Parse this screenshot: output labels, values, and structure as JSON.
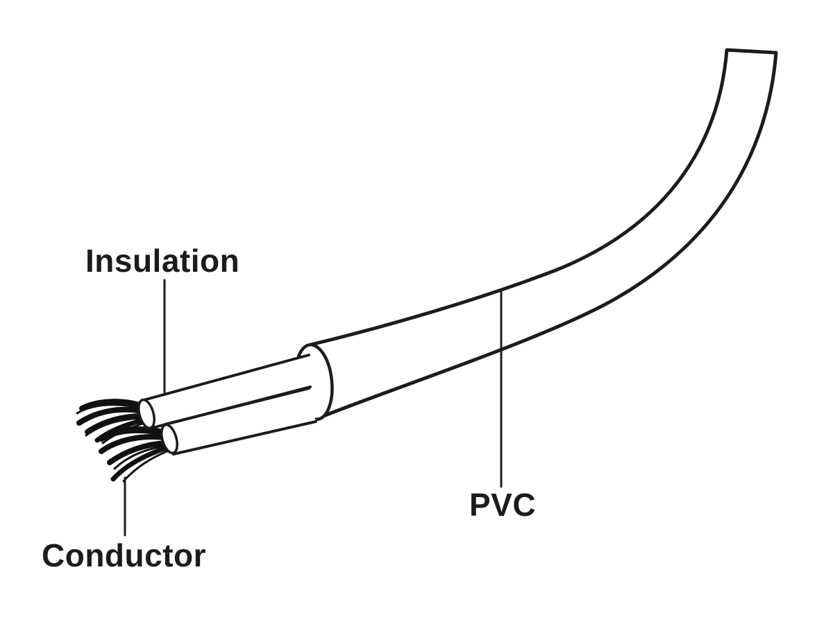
{
  "diagram": {
    "labels": {
      "insulation": "Insulation",
      "conductor": "Conductor",
      "pvc": "PVC"
    },
    "colors": {
      "line": "#1c1c1c",
      "fill": "#ffffff",
      "conductor_strands": "#111111"
    }
  }
}
